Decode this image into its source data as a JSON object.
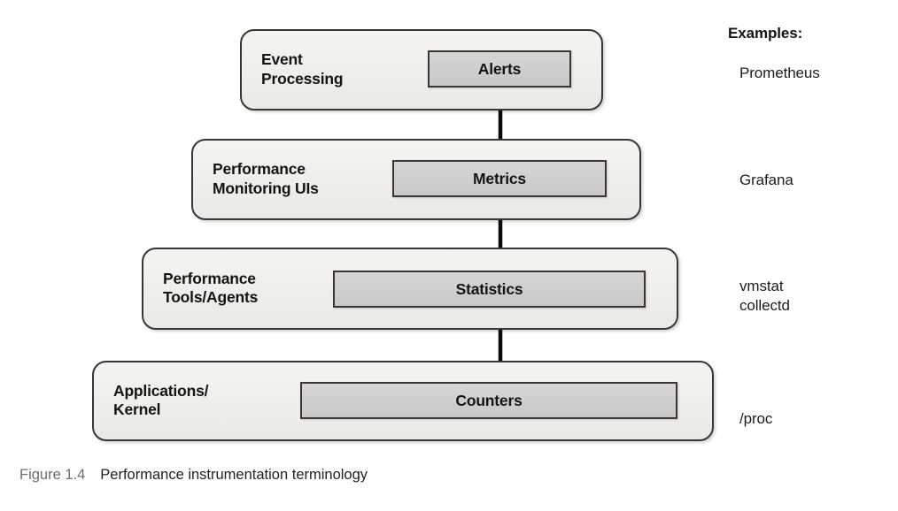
{
  "figure": {
    "caption_number": "Figure 1.4",
    "caption_text": "Performance instrumentation terminology"
  },
  "diagram": {
    "type": "layered-stack",
    "layers": [
      {
        "label": "Event\nProcessing",
        "artifact": "Alerts",
        "example": "Prometheus"
      },
      {
        "label": "Performance\nMonitoring UIs",
        "artifact": "Metrics",
        "example": "Grafana"
      },
      {
        "label": "Performance\nTools/Agents",
        "artifact": "Statistics",
        "example": "vmstat\ncollectd"
      },
      {
        "label": "Applications/\nKernel",
        "artifact": "Counters",
        "example": "/proc"
      }
    ]
  },
  "examples_column": {
    "title": "Examples:"
  },
  "colors": {
    "outer_box_fill": "#eeeeed",
    "inner_box_fill": "#cfcfcf",
    "stroke": "#3b3537",
    "text": "#141414",
    "caption_number": "#6d6d6d",
    "caption_text": "#231f20"
  }
}
